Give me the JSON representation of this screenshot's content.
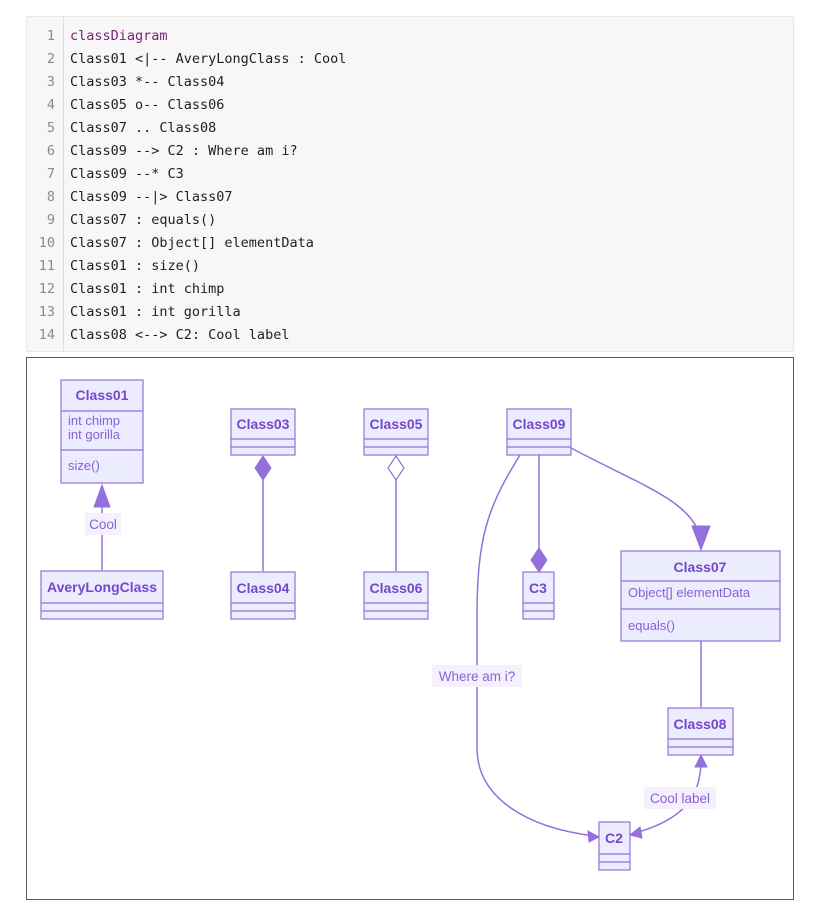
{
  "code": {
    "lines": [
      {
        "num": "1",
        "text": "classDiagram",
        "keyword": true
      },
      {
        "num": "2",
        "text": "Class01 <|-- AveryLongClass : Cool"
      },
      {
        "num": "3",
        "text": "Class03 *-- Class04"
      },
      {
        "num": "4",
        "text": "Class05 o-- Class06"
      },
      {
        "num": "5",
        "text": "Class07 .. Class08"
      },
      {
        "num": "6",
        "text": "Class09 --> C2 : Where am i?"
      },
      {
        "num": "7",
        "text": "Class09 --* C3"
      },
      {
        "num": "8",
        "text": "Class09 --|> Class07"
      },
      {
        "num": "9",
        "text": "Class07 : equals()"
      },
      {
        "num": "10",
        "text": "Class07 : Object[] elementData"
      },
      {
        "num": "11",
        "text": "Class01 : size()"
      },
      {
        "num": "12",
        "text": "Class01 : int chimp"
      },
      {
        "num": "13",
        "text": "Class01 : int gorilla"
      },
      {
        "num": "14",
        "text": "Class08 <--> C2: Cool label"
      }
    ]
  },
  "diagram": {
    "classes": {
      "class01": {
        "name": "Class01",
        "attributes": [
          "int chimp",
          "int gorilla"
        ],
        "methods": [
          "size()"
        ]
      },
      "avery": {
        "name": "AveryLongClass"
      },
      "class03": {
        "name": "Class03"
      },
      "class04": {
        "name": "Class04"
      },
      "class05": {
        "name": "Class05"
      },
      "class06": {
        "name": "Class06"
      },
      "class09": {
        "name": "Class09"
      },
      "c3": {
        "name": "C3"
      },
      "class07": {
        "name": "Class07",
        "attributes": [
          "Object[] elementData"
        ],
        "methods": [
          "equals()"
        ]
      },
      "class08": {
        "name": "Class08"
      },
      "c2": {
        "name": "C2"
      }
    },
    "edge_labels": {
      "cool": "Cool",
      "where": "Where am i?",
      "cool_label": "Cool label"
    }
  }
}
